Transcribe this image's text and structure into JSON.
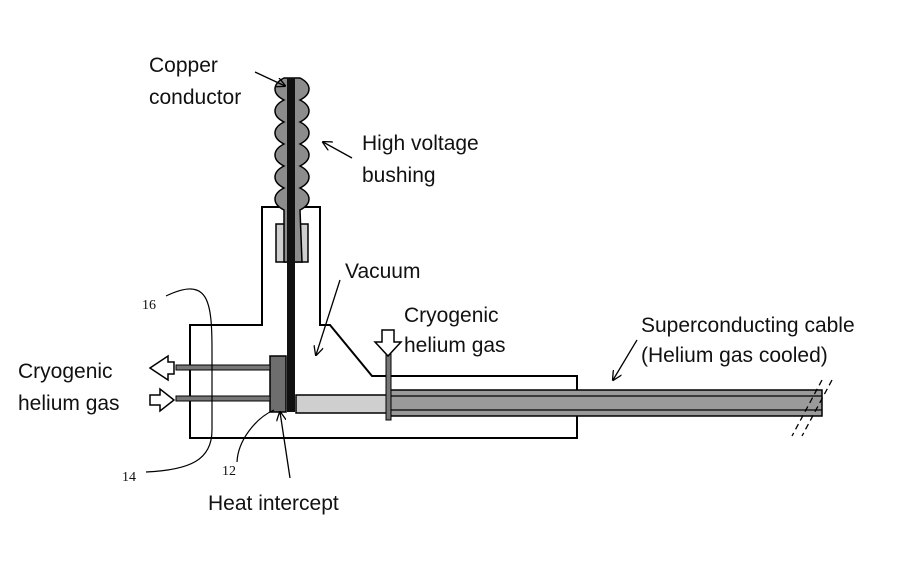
{
  "labels": {
    "copper_line1": "Copper",
    "copper_line2": "conductor",
    "bushing_line1": "High voltage",
    "bushing_line2": "bushing",
    "vacuum": "Vacuum",
    "cryo_top_line1": "Cryogenic",
    "cryo_top_line2": "helium gas",
    "cable_line1": "Superconducting cable",
    "cable_line2": "(Helium gas cooled)",
    "cryo_left_line1": "Cryogenic",
    "cryo_left_line2": "helium gas",
    "heat_intercept": "Heat intercept"
  },
  "reference_numbers": {
    "n16": "16",
    "n14": "14",
    "n12": "12"
  },
  "colors": {
    "outline": "#000000",
    "bushing_fill": "#8c8c8c",
    "cable_fill": "#9a9a9a",
    "cable_core": "#cfcfcf",
    "intercept_fill": "#6e6e6e"
  }
}
